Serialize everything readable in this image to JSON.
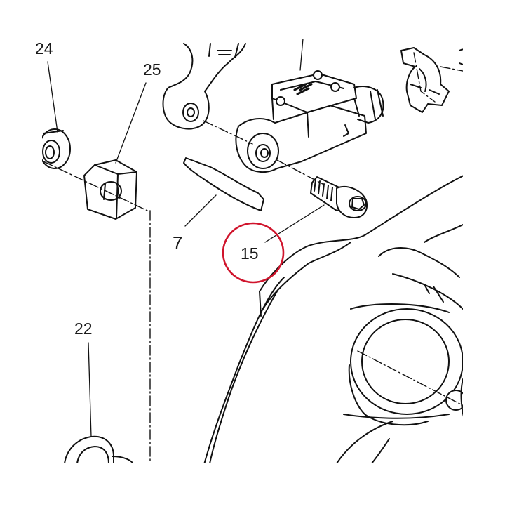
{
  "diagram": {
    "callouts": {
      "part_24": "24",
      "part_25": "25",
      "part_7": "7",
      "part_15": "15",
      "part_22": "22"
    },
    "highlight": {
      "target": "part_15",
      "color": "#d0142c"
    },
    "line_color": "#111111"
  }
}
